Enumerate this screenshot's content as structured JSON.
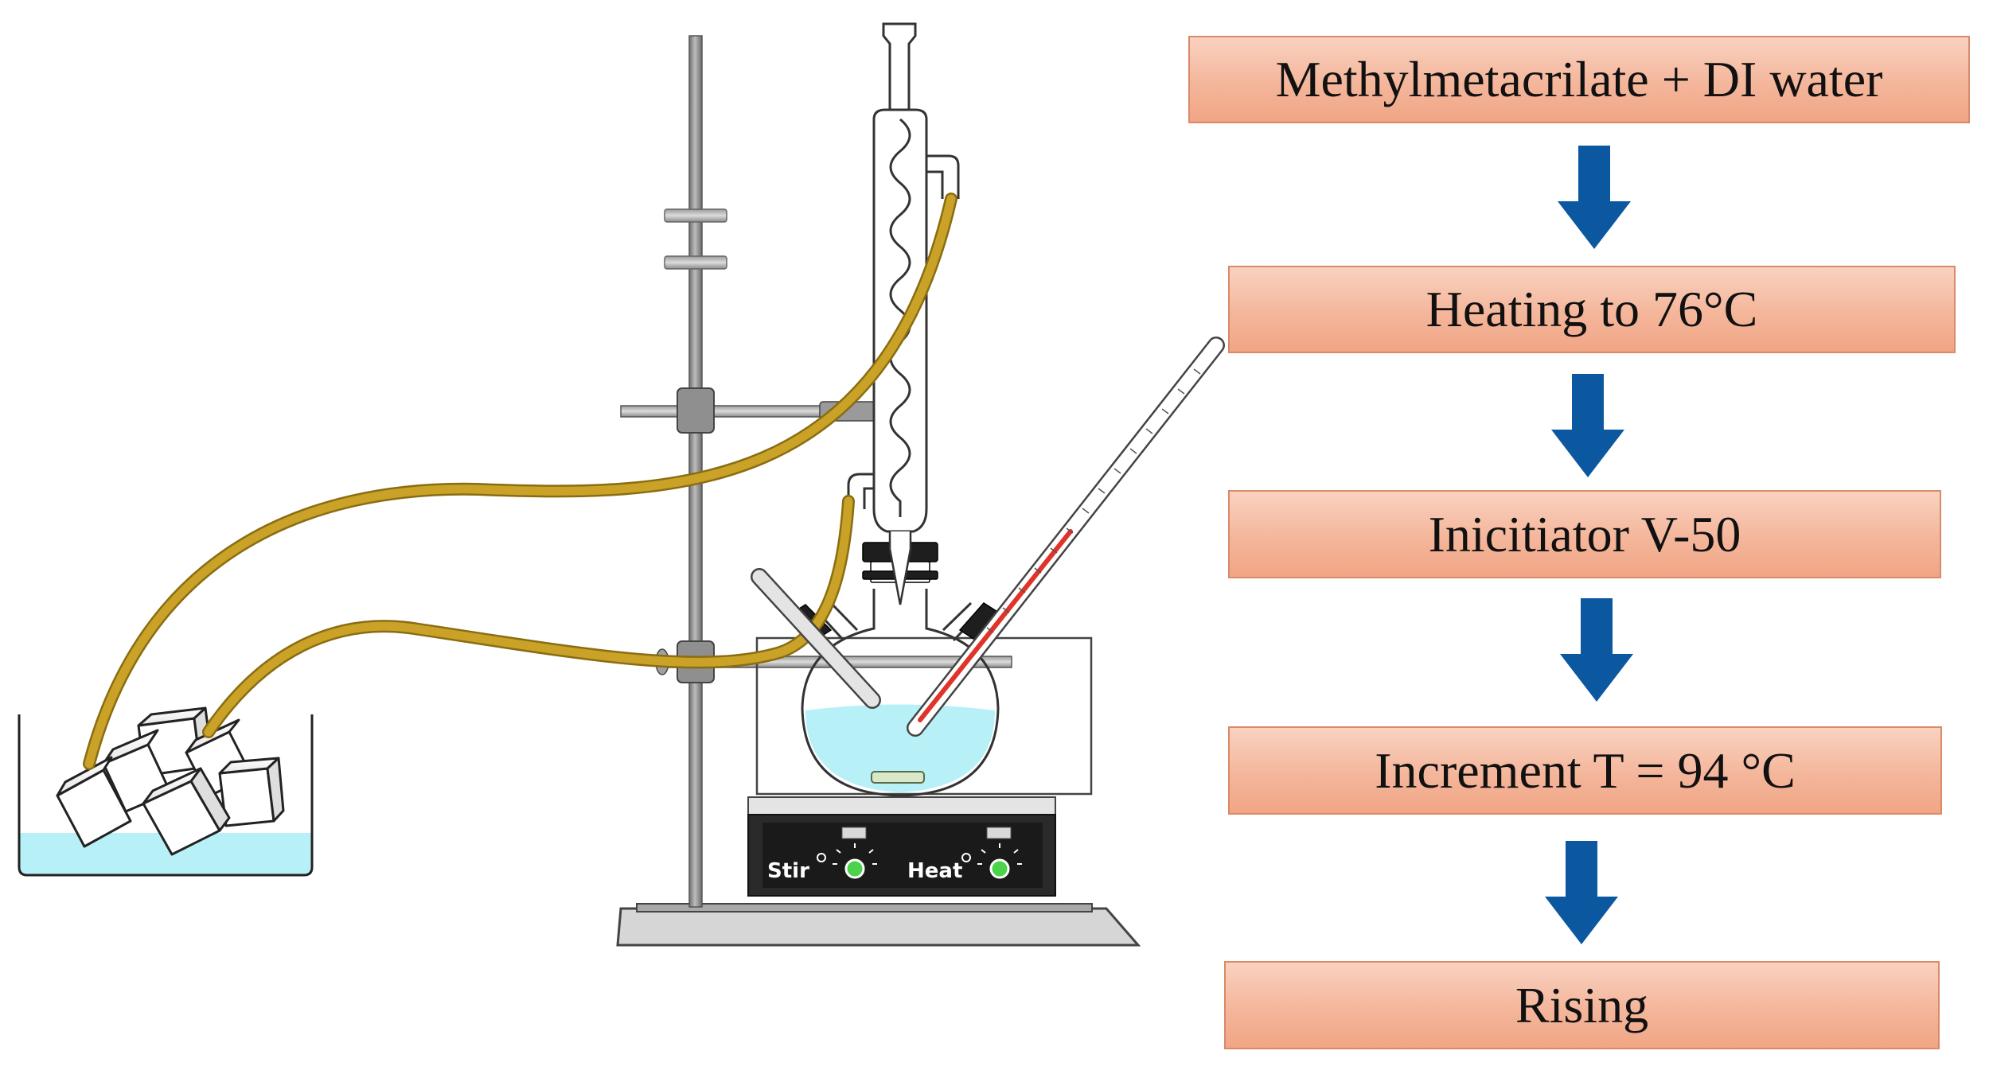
{
  "figure": {
    "apparatus": {
      "hotplate": {
        "stir_label": "Stir",
        "heat_label": "Heat"
      }
    },
    "flow": {
      "steps": [
        "Methylmetacrilate + DI water",
        "Heating to 76°C",
        "Inicitiator V-50",
        "Increment T = 94 °C",
        "Rising"
      ],
      "box_color": "#f4b69b",
      "arrow_color": "#0b58a0"
    },
    "colors": {
      "tubing": "#c9a227",
      "water": "#b8f0f8",
      "thermometer_mercury": "#e0342a",
      "stand": "#8a8a8a"
    }
  }
}
